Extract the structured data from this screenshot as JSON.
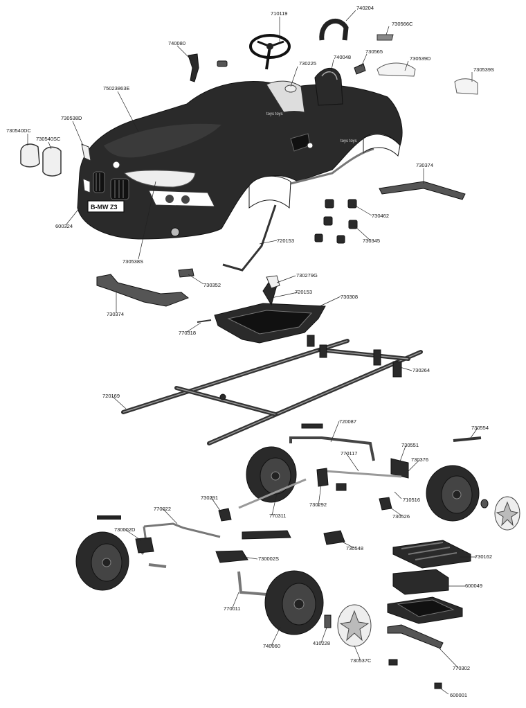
{
  "labels": {
    "l710119": "710119",
    "l740204": "740204",
    "l730566C": "730566C",
    "l740080": "740080",
    "l730565": "730565",
    "l740048": "740048",
    "l730539D": "730539D",
    "l730225": "730225",
    "l730539S": "730539S",
    "l75023863E": "75023863E",
    "l730538D": "730538D",
    "l730540DC": "730540DC",
    "l730540SC": "730540SC",
    "l730374a": "730374",
    "l600324": "600324",
    "l730462": "730462",
    "l730345": "730345",
    "l720153a": "720153",
    "l730538S": "730538S",
    "l730352": "730352",
    "l730279G": "730279G",
    "l720153b": "720153",
    "l730308": "730308",
    "l730374b": "730374",
    "l770318": "770318",
    "l730264": "730264",
    "l720169": "720169",
    "l720087": "720087",
    "l730554": "730554",
    "l730551": "730551",
    "l770117": "770117",
    "l730376": "730376",
    "l730291": "730291",
    "l710516": "710516",
    "l730292": "730292",
    "l770311": "770311",
    "l730526": "730526",
    "l770022": "770022",
    "l730002D": "730002D",
    "l730548": "730548",
    "l730002S": "730002S",
    "l730162": "730162",
    "l600049": "600049",
    "l770011": "770011",
    "l740060": "740060",
    "l410228": "410228",
    "l730537C": "730537C",
    "l770302": "770302",
    "l600001": "600001"
  },
  "car": {
    "plate_text": "B-MW Z3",
    "badge_text": "toys toys"
  }
}
